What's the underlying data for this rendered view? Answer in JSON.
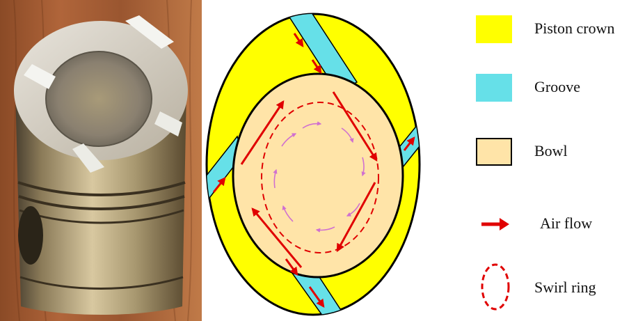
{
  "legend": {
    "items": [
      {
        "label": "Piston crown",
        "swatch": "piston-crown",
        "color": "#ffff00"
      },
      {
        "label": "Groove",
        "swatch": "groove",
        "color": "#66e0e8"
      },
      {
        "label": "Bowl",
        "swatch": "bowl",
        "color": "#ffe4a8"
      },
      {
        "label": "Air flow",
        "swatch": "air-flow-arrow",
        "color": "#e00000"
      },
      {
        "label": "Swirl ring",
        "swatch": "swirl-ring",
        "color": "#e00000"
      }
    ]
  },
  "colors": {
    "crown": "#ffff00",
    "groove": "#66e0e8",
    "bowl": "#ffe4a8",
    "airflow": "#e00000",
    "swirl": "#e00000",
    "outline": "#000000",
    "inner_swirl": "#d070d0"
  }
}
